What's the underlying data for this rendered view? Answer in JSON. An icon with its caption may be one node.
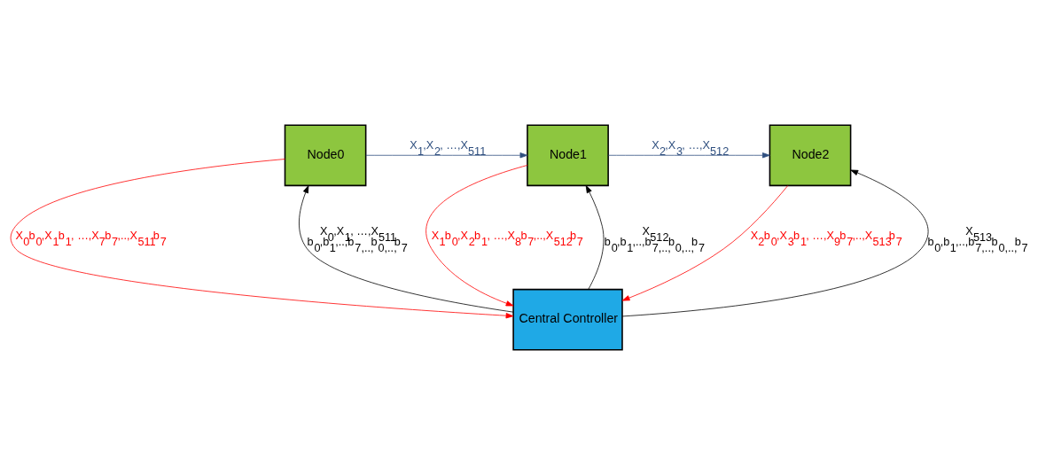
{
  "diagram": {
    "nodes": [
      {
        "text": [
          "Node0"
        ]
      },
      {
        "text": [
          "Node1"
        ]
      },
      {
        "text": [
          "Node2"
        ]
      },
      {
        "text": [
          "Central Controller"
        ]
      }
    ],
    "edges": [
      {
        "from": 0,
        "to": 1,
        "arrow": "to",
        "label": "X$_{1}$,X$_{2}$, …,X$_{511}$",
        "color": "#2f4f7f"
      },
      {
        "from": 1,
        "to": 2,
        "arrow": "to",
        "label": "X$_{2}$,X$_{3}$, …,X$_{512}$",
        "color": "#2f4f7f"
      },
      {
        "from": 3,
        "to": 1,
        "arrow": "to",
        "label": "X$_{512}$ b$_{0}$,b$_{1}$,..,b$_{7,..,}$b$_{0,..,}$b$_{7}$",
        "color": "#000000"
      },
      {
        "from": 1,
        "to": 3,
        "arrow": "to",
        "label": "X$_{1}$b$_{0}$,X$_{2}$b$_{1}$, …,X$_{8}$b$_{7}$,..,X$_{512}$b$_{7}$",
        "color": "#ff0000"
      },
      {
        "from": 0,
        "to": 3,
        "arrow": "to",
        "label": "X$_{0}$b$_{0}$,X$_{1}$b$_{1}$, …,X$_{7}$b$_{7}$,..,X$_{511}$b$_{7}$",
        "color": "#ff0000"
      },
      {
        "from": 2,
        "to": 3,
        "arrow": "to",
        "label": "X$_{2}$b$_{0}$,X$_{3}$b$_{1}$, …,X$_{9}$b$_{7}$,..,X$_{513}$b$_{7}$",
        "color": "#ff0000"
      },
      {
        "from": 3,
        "to": 0,
        "arrow": "to",
        "label": "X$_{0}$,X$_{1}$, …,X$_{511}$ b$_{0}$,b$_{1}$,..,b$_{7,..,}$b$_{0,..,}$b$_{7}$",
        "color": "#000000"
      },
      {
        "from": 3,
        "to": 2,
        "arrow": "to",
        "label": "X$_{513}$ b$_{0}$,b$_{1}$,..,b$_{7,..,}$b$_{0,..,}$b$_{7}$",
        "color": "#000000"
      }
    ]
  }
}
